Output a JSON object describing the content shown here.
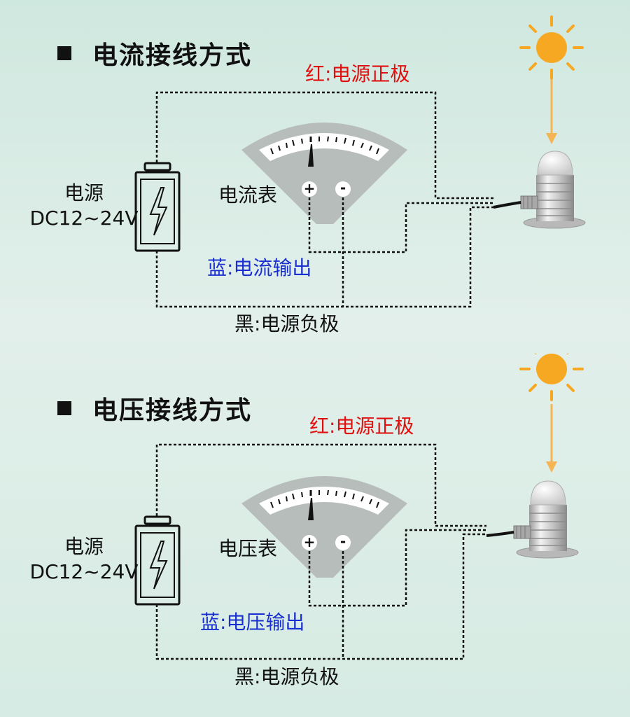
{
  "sections": [
    {
      "title": "电流接线方式",
      "positive_label": "红:电源正极",
      "output_label": "蓝:电流输出",
      "negative_label": "黑:电源负极",
      "meter_label": "电流表",
      "psu_name": "电源",
      "psu_voltage": "DC12~24V",
      "plus_symbol": "+",
      "minus_symbol": "-"
    },
    {
      "title": "电压接线方式",
      "positive_label": "红:电源正极",
      "output_label": "蓝:电压输出",
      "negative_label": "黑:电源负极",
      "meter_label": "电压表",
      "psu_name": "电源",
      "psu_voltage": "DC12~24V",
      "plus_symbol": "+",
      "minus_symbol": "-"
    }
  ],
  "colors": {
    "positive": "#e01010",
    "output": "#1a2fd0",
    "negative": "#111111",
    "sun": "#f7a823",
    "sun_arrow": "#f5b555",
    "wire": "#111111"
  },
  "icons": [
    "sun-icon",
    "battery-icon",
    "meter-icon",
    "sensor-icon",
    "arrow-down-icon"
  ]
}
